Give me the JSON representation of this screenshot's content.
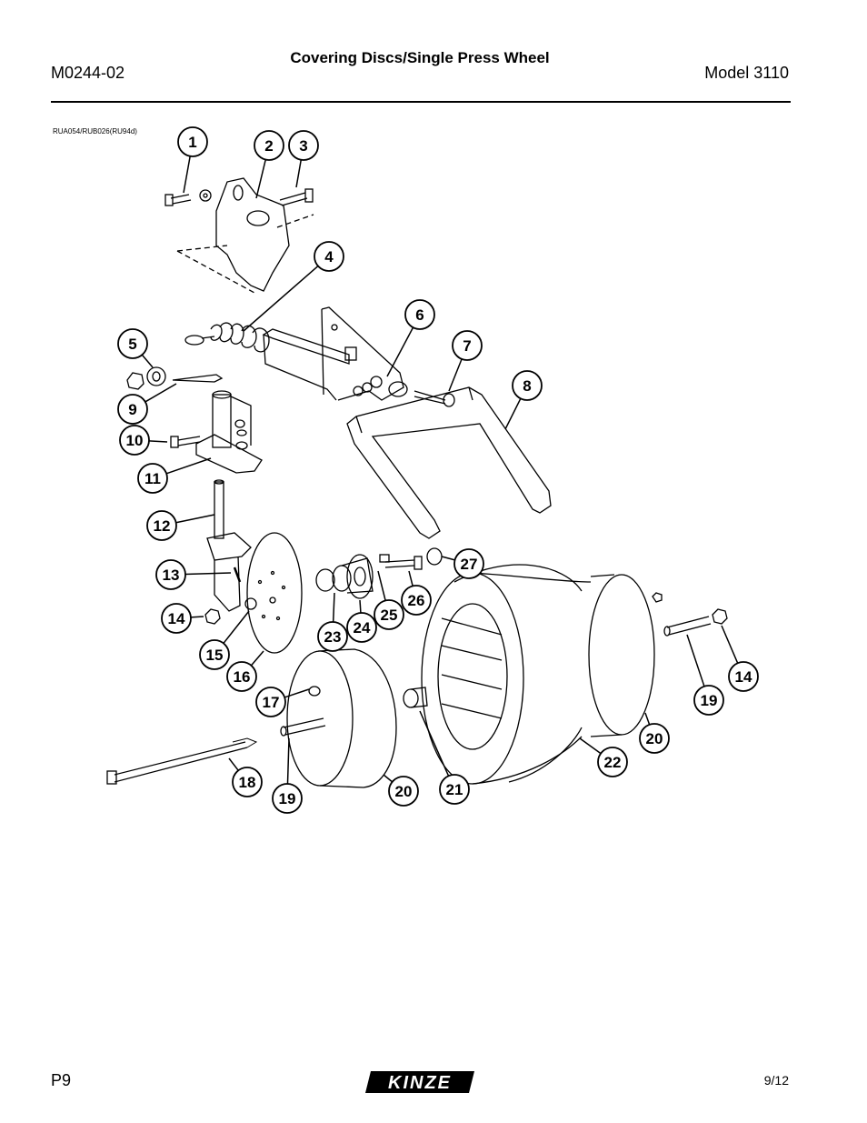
{
  "header": {
    "doc_number": "M0244-02",
    "title": "Covering Discs/Single Press Wheel",
    "model": "Model 3110"
  },
  "figure": {
    "reference": "RUA054/RUB026(RU94d)",
    "callouts": [
      "1",
      "2",
      "3",
      "4",
      "5",
      "6",
      "7",
      "8",
      "9",
      "10",
      "11",
      "12",
      "13",
      "14",
      "15",
      "16",
      "17",
      "18",
      "19",
      "20",
      "21",
      "22",
      "23",
      "24",
      "25",
      "26",
      "27"
    ]
  },
  "footer": {
    "page": "P9",
    "brand": "KINZE",
    "date": "9/12"
  }
}
